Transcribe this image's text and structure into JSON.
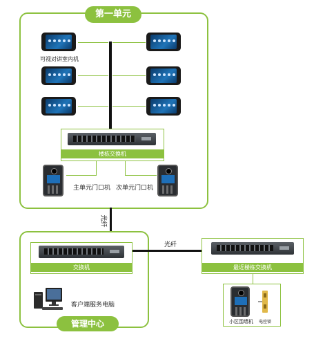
{
  "unit_panel": {
    "title": "第一单元",
    "monitor_label": "可视对讲室内机",
    "building_switch_label": "楼栋交换机",
    "main_door_label": "主单元门口机",
    "sub_door_label": "次单元门口机"
  },
  "center_panel": {
    "title": "管理中心",
    "switch_label": "交换机",
    "pc_label": "客户端服务电脑"
  },
  "remote_panel": {
    "switch_label": "最近楼栋交换机",
    "wall_unit_label": "小区围墙机",
    "lock_label": "电控锁"
  },
  "cables": {
    "vertical_label": "光纤",
    "horizontal_label": "光纤"
  },
  "colors": {
    "accent": "#8cc13f",
    "cable": "#111111"
  }
}
